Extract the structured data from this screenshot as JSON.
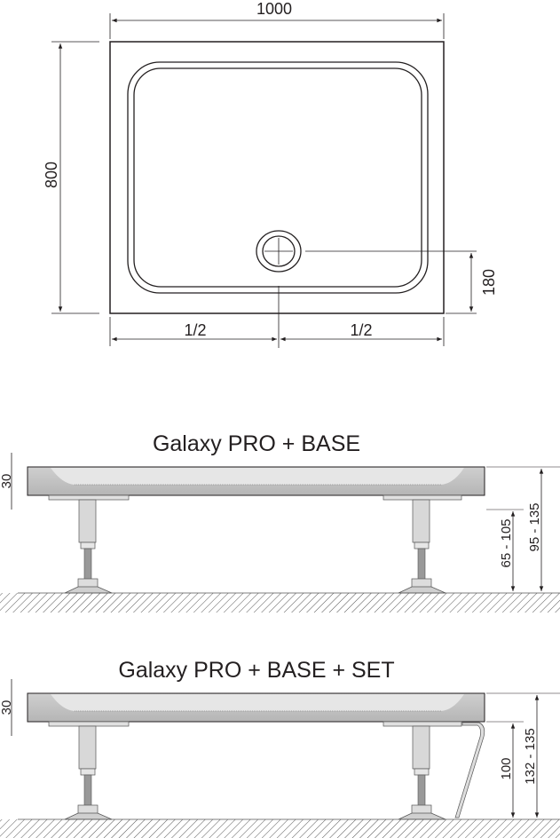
{
  "top_view": {
    "width_label": "1000",
    "depth_label": "800",
    "drain_offset_label": "180",
    "half_left_label": "1/2",
    "half_right_label": "1/2"
  },
  "side_view_base": {
    "title": "Galaxy PRO + BASE",
    "tray_height_label": "30",
    "leg_range_label": "65 - 105",
    "total_range_label": "95 - 135"
  },
  "side_view_set": {
    "title": "Galaxy PRO + BASE + SET",
    "tray_height_label": "30",
    "leg_label": "100",
    "total_range_label": "132 - 135"
  },
  "colors": {
    "line": "#231f20",
    "tray_gray": "#bdbdbd",
    "tray_inner": "#e6e6e6",
    "leg_gray": "#d4d4d4"
  }
}
